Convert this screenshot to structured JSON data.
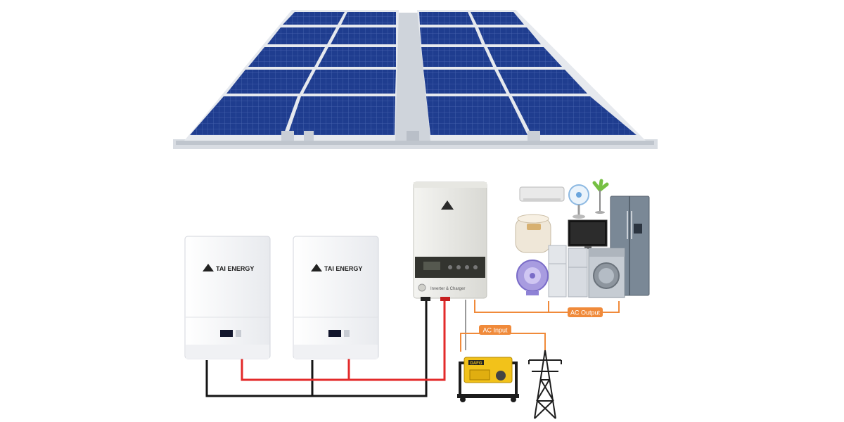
{
  "batteries": [
    {
      "brand": "TAI ENERGY"
    },
    {
      "brand": "TAI ENERGY"
    }
  ],
  "inverter": {
    "caption": "Inverter & Charger"
  },
  "labels": {
    "ac_output": "AC Output",
    "ac_input": "AC Input"
  },
  "generator": {
    "brand": "DAFG"
  },
  "colors": {
    "panel_cell": "#1f3d8f",
    "panel_frame": "#dfe3ea",
    "wire_positive": "#e32a2a",
    "wire_negative": "#151515",
    "wire_ac": "#f08a3a",
    "label_fill": "#f08a3a",
    "generator_body": "#f2c21a"
  },
  "icons": {
    "solar-array": "solar-panel-icon",
    "battery": "battery-pack-icon",
    "inverter": "inverter-icon",
    "generator": "generator-icon",
    "grid": "power-pylon-icon",
    "loads": "home-appliances-icon"
  }
}
